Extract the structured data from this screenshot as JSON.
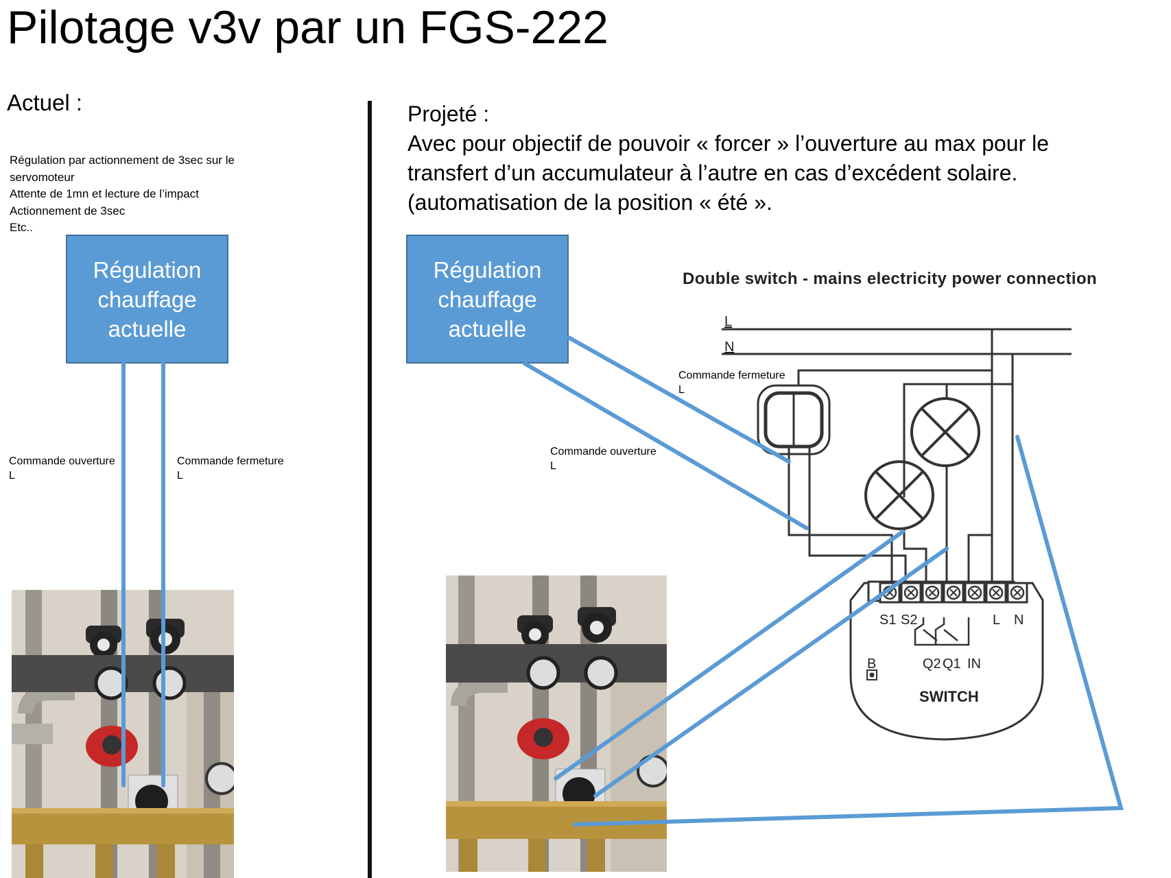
{
  "title": "Pilotage v3v par un FGS-222",
  "left": {
    "heading": "Actuel :",
    "notes": [
      "Régulation par actionnement de 3sec sur le",
      "servomoteur",
      "Attente de 1mn et lecture de l’impact",
      "Actionnement de 3sec",
      "Etc.."
    ],
    "box_lines": [
      "Régulation",
      "chauffage",
      "actuelle"
    ],
    "label_open": "Commande ouverture",
    "label_open_l": "L",
    "label_close": "Commande fermeture",
    "label_close_l": "L"
  },
  "right": {
    "heading": "Projeté :",
    "description": [
      "Avec pour objectif de pouvoir « forcer » l’ouverture au max pour le",
      "transfert d’un accumulateur à l’autre en cas d’excédent solaire.",
      "(automatisation de la position « été »."
    ],
    "box_lines": [
      "Régulation",
      "chauffage",
      "actuelle"
    ],
    "label_close": "Commande fermeture",
    "label_close_l": "L",
    "label_open": "Commande ouverture",
    "label_open_l": "L",
    "diagram_title": "Double switch - mains electricity power connection",
    "line_L": "L",
    "line_N": "N",
    "pins": {
      "s1": "S1",
      "s2": "S2",
      "l": "L",
      "n": "N",
      "q2": "Q2",
      "q1": "Q1",
      "in": "IN",
      "b": "B"
    },
    "switch_label": "SWITCH"
  },
  "colors": {
    "box_fill": "#5b9bd5",
    "box_border": "#41719c",
    "wire_blue": "#5b9bd5",
    "diagram_line": "#333333"
  }
}
